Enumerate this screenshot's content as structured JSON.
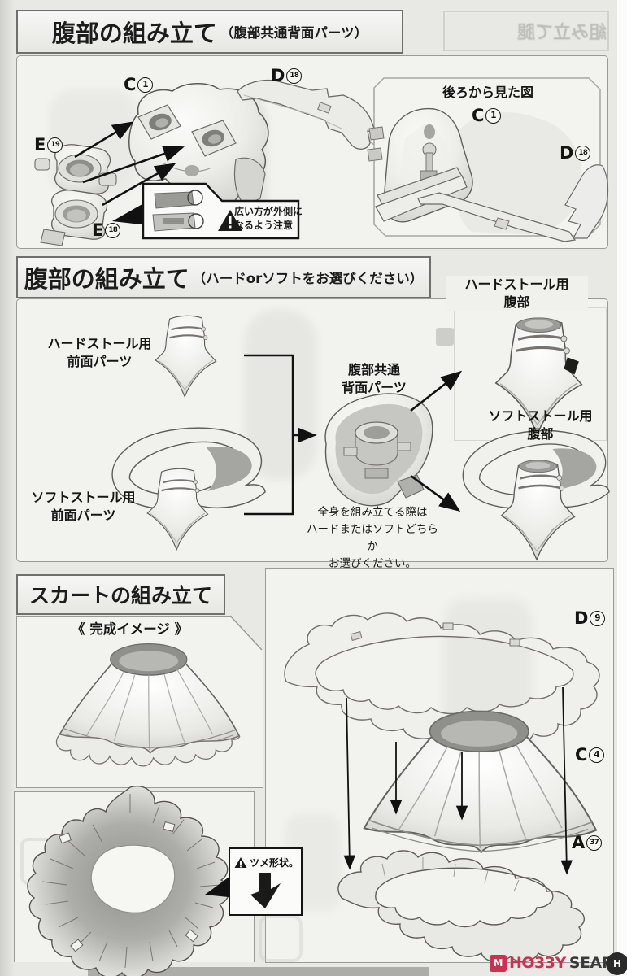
{
  "section1": {
    "header": {
      "title": "腹部の組み立て",
      "subtitle": "（腹部共通背面パーツ）"
    },
    "inset_title": "後ろから見た図",
    "warning": "広い方が外側に\nなるよう注意"
  },
  "section2": {
    "header": {
      "title": "腹部の組み立て",
      "subtitle": "（ハードorソフトをお選びください）"
    },
    "labels": {
      "hard_front": "ハードストール用\n前面パーツ",
      "soft_front": "ソフトストール用\n前面パーツ",
      "back_common": "腹部共通\n背面パーツ",
      "hard_result": "ハードストール用\n腹部",
      "soft_result": "ソフトストール用\n腹部"
    },
    "note": "全身を組み立てる際は\nハードまたはソフトどちらか\nお選びください。"
  },
  "section3": {
    "header": {
      "title": "スカートの組み立て"
    },
    "complete_label": "《 完成イメージ 》",
    "claw_note": "ツメ形状。"
  },
  "parts": {
    "c1": {
      "letter": "C",
      "num": "1"
    },
    "d18": {
      "letter": "D",
      "num": "18"
    },
    "e19": {
      "letter": "E",
      "num": "19"
    },
    "e18": {
      "letter": "E",
      "num": "18"
    },
    "d9": {
      "letter": "D",
      "num": "9"
    },
    "c4": {
      "letter": "C",
      "num": "4"
    },
    "a37": {
      "letter": "A",
      "num": "37"
    }
  },
  "logo": {
    "brand_red": "HO33Y",
    "brand_dark": "SEARCH",
    "badge": "H",
    "icon": "M"
  },
  "colors": {
    "accent_red": "#c93050"
  }
}
